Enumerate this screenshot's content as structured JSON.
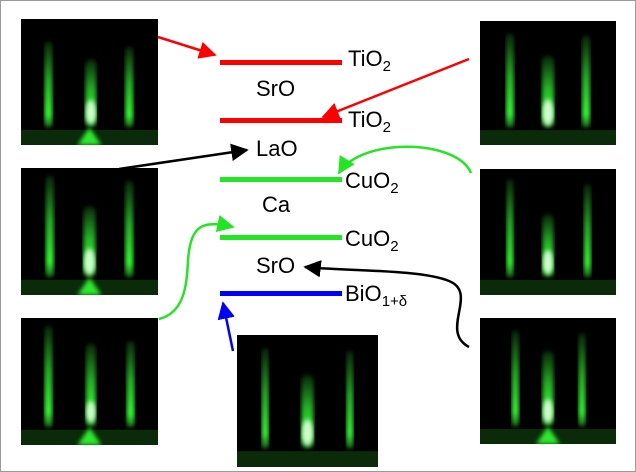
{
  "colors": {
    "ti_o2_line": "#ff0000",
    "cu_o2_line": "#22e622",
    "bi_o_line": "#0000ff",
    "streak": "#33ff33",
    "black_arrow": "#000000"
  },
  "layers": [
    {
      "base": "TiO",
      "sub": "2",
      "color": "red"
    },
    {
      "base": "SrO",
      "sub": ""
    },
    {
      "base": "TiO",
      "sub": "2",
      "color": "red"
    },
    {
      "base": "LaO",
      "sub": ""
    },
    {
      "base": "CuO",
      "sub": "2",
      "color": "green"
    },
    {
      "base": "Ca",
      "sub": ""
    },
    {
      "base": "CuO",
      "sub": "2",
      "color": "green"
    },
    {
      "base": "SrO",
      "sub": ""
    },
    {
      "base": "BiO",
      "sub": "1+δ",
      "color": "blue"
    }
  ],
  "rheed_panels": [
    {
      "name": "top-left",
      "arrow_color": "red",
      "points_to": "TiO2 (top)"
    },
    {
      "name": "top-right",
      "arrow_color": "red",
      "points_to": "TiO2 (lower)"
    },
    {
      "name": "middle-left",
      "arrow_color": "black",
      "points_to": "LaO"
    },
    {
      "name": "middle-right",
      "arrow_color": "green",
      "points_to": "CuO2 (upper)"
    },
    {
      "name": "bottom-left",
      "arrow_color": "green",
      "points_to": "CuO2 (lower)"
    },
    {
      "name": "bottom-right",
      "arrow_color": "black",
      "points_to": "SrO (lower)"
    },
    {
      "name": "bottom-center",
      "arrow_color": "blue",
      "points_to": "BiO1+δ"
    }
  ]
}
